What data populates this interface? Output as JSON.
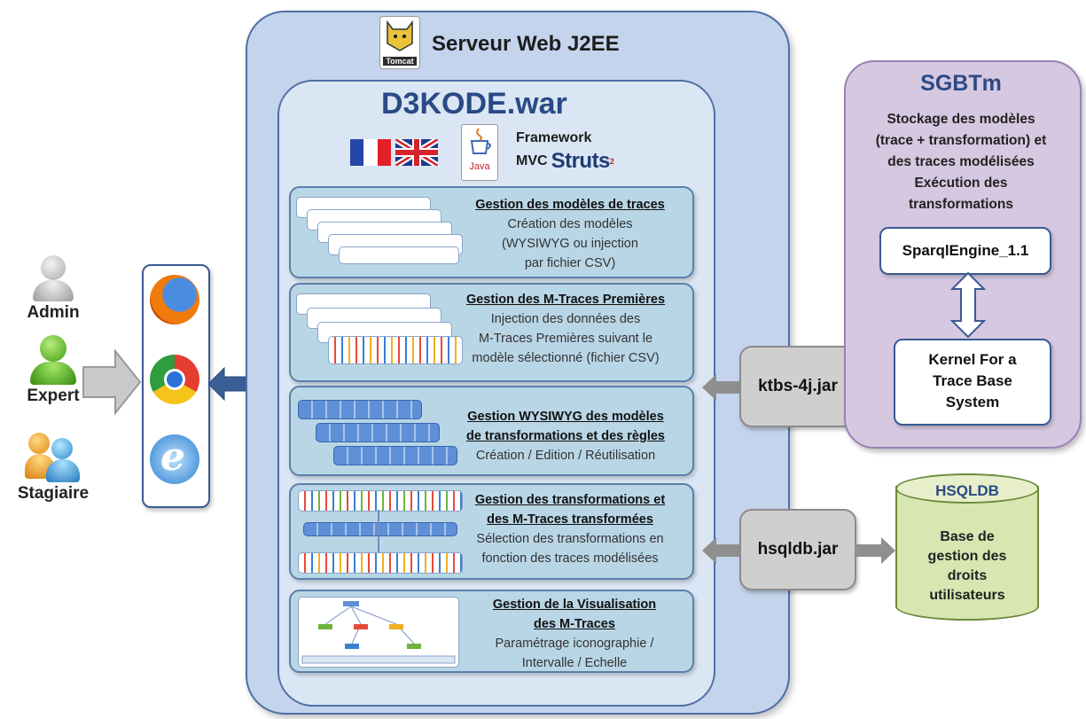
{
  "users": [
    {
      "label": "Admin"
    },
    {
      "label": "Expert"
    },
    {
      "label": "Stagiaire"
    }
  ],
  "browsers": [
    "firefox-icon",
    "chrome-icon",
    "internet-explorer-icon"
  ],
  "server": {
    "title": "Serveur Web J2EE",
    "tomcat_label": "Tomcat",
    "war": {
      "title": "D3KODE.war",
      "framework_line1": "Framework",
      "framework_line2": "MVC",
      "struts_label": "Struts",
      "struts_sup": "2",
      "java_label": "Java",
      "flags": [
        "french-flag-icon",
        "uk-flag-icon"
      ]
    },
    "modules": [
      {
        "title": "Gestion des modèles de traces",
        "lines": [
          "Création des modèles",
          "(WYSIWYG ou injection",
          "par fichier CSV)"
        ]
      },
      {
        "title": "Gestion des M-Traces Premières",
        "lines": [
          "Injection des données des",
          "M-Traces Premières suivant le",
          "modèle sélectionné (fichier CSV)"
        ]
      },
      {
        "title_lines": [
          "Gestion WYSIWYG des modèles",
          "de transformations et des règles"
        ],
        "lines": [
          "Création / Edition / Réutilisation"
        ]
      },
      {
        "title_lines": [
          "Gestion des transformations et",
          "des M-Traces transformées"
        ],
        "lines": [
          "Sélection des transformations en",
          "fonction des traces modélisées"
        ]
      },
      {
        "title_lines": [
          "Gestion de la Visualisation",
          "des M-Traces"
        ],
        "lines": [
          "Paramétrage iconographie /",
          "Intervalle / Echelle"
        ]
      }
    ]
  },
  "connectors": {
    "ktbs": "ktbs-4j.jar",
    "hsqldb": "hsqldb.jar"
  },
  "sgbtm": {
    "title": "SGBTm",
    "desc_lines": [
      "Stockage des modèles",
      "(trace + transformation) et",
      "des traces modélisées",
      "Exécution des",
      "transformations"
    ],
    "engine": "SparqlEngine_1.1",
    "kernel_lines": [
      "Kernel For a",
      "Trace Base",
      "System"
    ]
  },
  "hsqldb_db": {
    "title": "HSQLDB",
    "lines": [
      "Base de",
      "gestion des",
      "droits",
      "utilisateurs"
    ]
  },
  "colors": {
    "server_fill": "#c4d4ec",
    "module_fill": "#b9d6e6",
    "sgbtm_fill": "#d6c8e0",
    "db_fill": "#d8e6b2",
    "arrow_blue": "#3a5e96",
    "arrow_gray": "#8f8f8f",
    "title_blue": "#2a4a86"
  }
}
